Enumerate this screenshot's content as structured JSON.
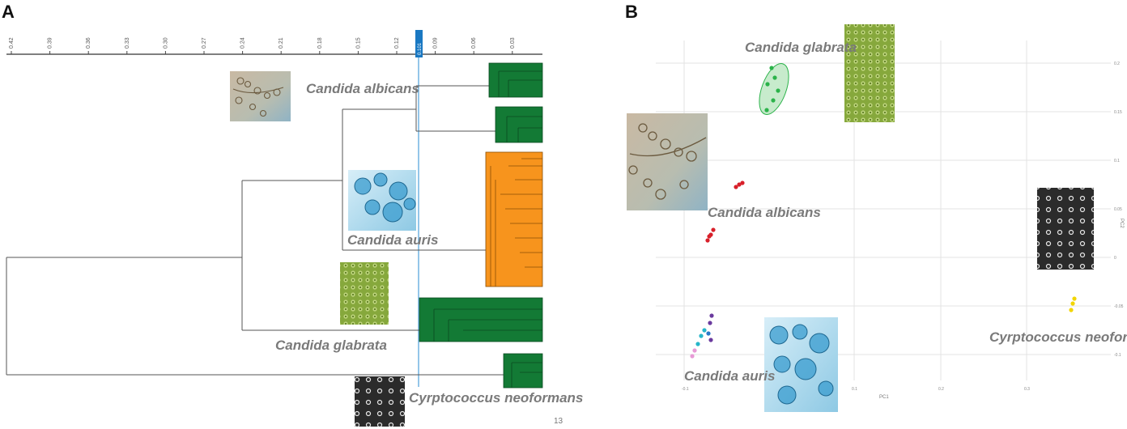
{
  "panels": {
    "a": {
      "letter": "A"
    },
    "b": {
      "letter": "B"
    }
  },
  "dendrogram": {
    "scale_ticks": [
      "0.42",
      "0.39",
      "0.36",
      "0.33",
      "0.30",
      "0.27",
      "0.24",
      "0.21",
      "0.18",
      "0.15",
      "0.12",
      "0.09",
      "0.06",
      "0.03"
    ],
    "cut_marker": "0.101",
    "species": {
      "albicans": "Candida albicans",
      "auris": "Candida auris",
      "glabrata": "Candida glabrata",
      "neoformans": "Cyrptococcus neoformans"
    },
    "page_number": "13",
    "colors": {
      "green": "#137a35",
      "orange": "#f7941d",
      "cut_line": "#1a78c2"
    }
  },
  "pca": {
    "x_axis_label": "PC1",
    "y_axis_label": "PC2",
    "x_ticks": [
      "-0.1",
      "0.1",
      "0.2",
      "0.3"
    ],
    "y_ticks": [
      "0.2",
      "0.15",
      "0.1",
      "0.05",
      "0",
      "-0.05",
      "-0.1"
    ],
    "species": {
      "glabrata": "Candida glabrata",
      "albicans": "Candida albicans",
      "neoformans": "Cyrptococcus neoformans",
      "auris": "Candida auris"
    },
    "colors": {
      "glabrata": "#2bb34a",
      "albicans": "#d8202a",
      "neoformans": "#f2d500",
      "auris_cyan": "#27b6c9",
      "auris_purple": "#6a3a9e",
      "auris_pink": "#e79ad6"
    }
  }
}
